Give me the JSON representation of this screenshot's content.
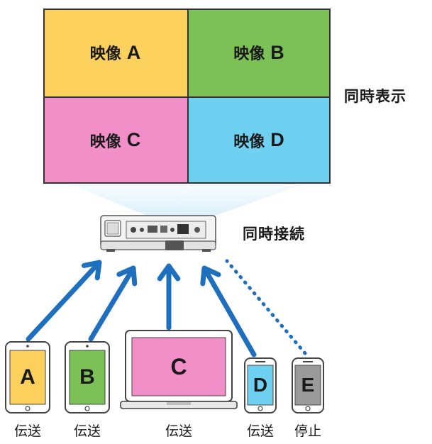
{
  "screen": {
    "quadrants": [
      {
        "kanji": "映像",
        "letter": "A",
        "color": "#fbd05c"
      },
      {
        "kanji": "映像",
        "letter": "B",
        "color": "#7bc156"
      },
      {
        "kanji": "映像",
        "letter": "C",
        "color": "#f38fc8"
      },
      {
        "kanji": "映像",
        "letter": "D",
        "color": "#6fd1f1"
      }
    ],
    "label": "同時表示"
  },
  "projector": {
    "label": "同時接続"
  },
  "devices": [
    {
      "type": "tablet",
      "letter": "A",
      "color": "#fbd05c",
      "caption": "伝送",
      "connection": "solid"
    },
    {
      "type": "tablet",
      "letter": "B",
      "color": "#7bc156",
      "caption": "伝送",
      "connection": "solid"
    },
    {
      "type": "laptop",
      "letter": "C",
      "color": "#f38fc8",
      "caption": "伝送",
      "connection": "solid"
    },
    {
      "type": "phone",
      "letter": "D",
      "color": "#6fd1f1",
      "caption": "伝送",
      "connection": "solid"
    },
    {
      "type": "phone",
      "letter": "E",
      "color": "#9a9a9a",
      "caption": "停止",
      "connection": "dotted"
    }
  ],
  "arrow_color": "#1f6fbf"
}
